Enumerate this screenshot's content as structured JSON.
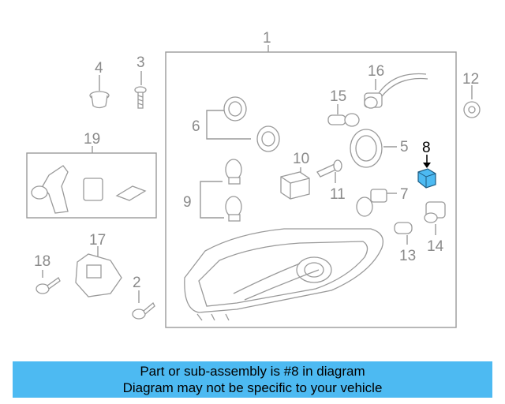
{
  "callouts": {
    "c1": "1",
    "c2": "2",
    "c3": "3",
    "c4": "4",
    "c5": "5",
    "c6": "6",
    "c7": "7",
    "c8": "8",
    "c9": "9",
    "c10": "10",
    "c11": "11",
    "c12": "12",
    "c13": "13",
    "c14": "14",
    "c15": "15",
    "c16": "16",
    "c17": "17",
    "c18": "18",
    "c19": "19"
  },
  "highlight": {
    "callout": "8",
    "color": "#4dbaf2"
  },
  "caption": {
    "line1": "Part or sub-assembly is #8 in diagram",
    "line2": "Diagram may not be specific to your vehicle",
    "background": "#4dbaf2"
  }
}
